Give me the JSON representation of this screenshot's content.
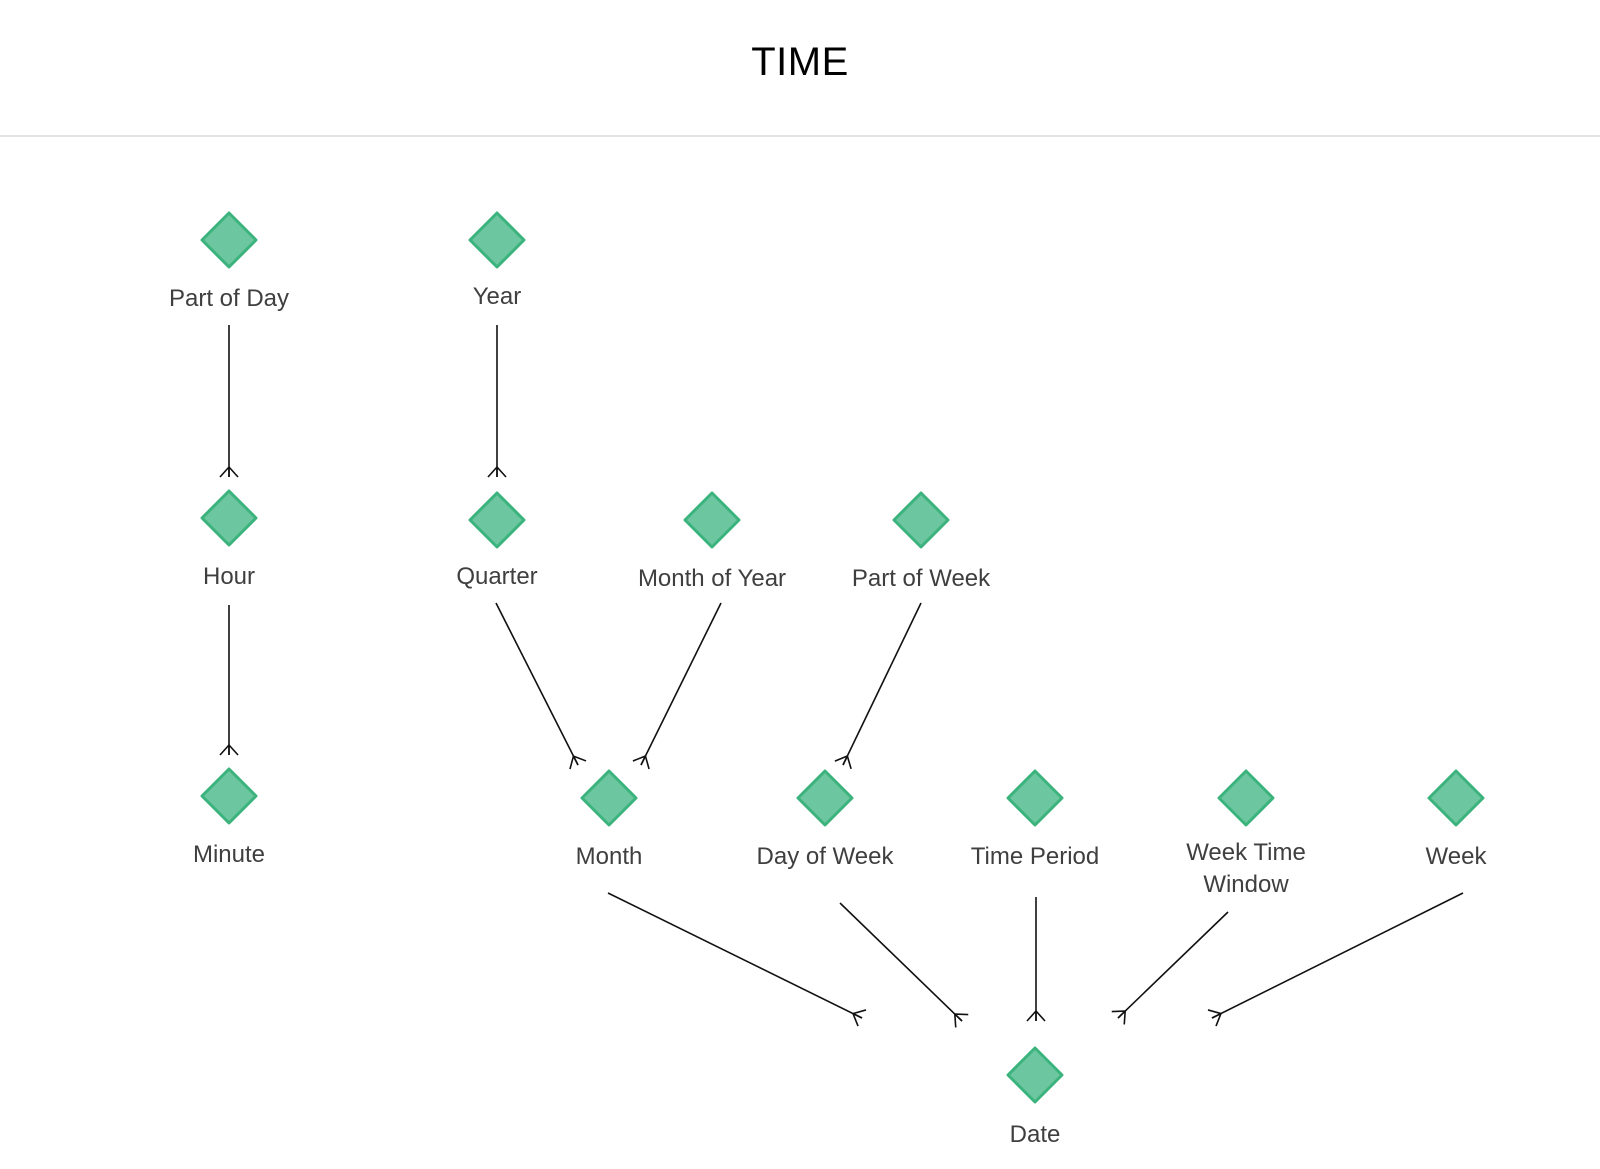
{
  "page": {
    "title": "TIME"
  },
  "colors": {
    "node_fill": "#6cc7a1",
    "node_stroke": "#3cb37c",
    "edge": "#111111",
    "label": "#3f3f3f"
  },
  "icon": "diamond-node-icon",
  "nodes": [
    {
      "id": "part-of-day",
      "label": "Part of Day"
    },
    {
      "id": "year",
      "label": "Year"
    },
    {
      "id": "hour",
      "label": "Hour"
    },
    {
      "id": "quarter",
      "label": "Quarter"
    },
    {
      "id": "month-of-year",
      "label": "Month of Year"
    },
    {
      "id": "part-of-week",
      "label": "Part of Week"
    },
    {
      "id": "minute",
      "label": "Minute"
    },
    {
      "id": "month",
      "label": "Month"
    },
    {
      "id": "day-of-week",
      "label": "Day of Week"
    },
    {
      "id": "time-period",
      "label": "Time Period"
    },
    {
      "id": "week-time-window",
      "label": "Week Time Window"
    },
    {
      "id": "week",
      "label": "Week"
    },
    {
      "id": "date",
      "label": "Date"
    }
  ],
  "edges": [
    {
      "from": "part-of-day",
      "to": "hour",
      "cardinality": "one-to-many"
    },
    {
      "from": "hour",
      "to": "minute",
      "cardinality": "one-to-many"
    },
    {
      "from": "year",
      "to": "quarter",
      "cardinality": "one-to-many"
    },
    {
      "from": "quarter",
      "to": "month",
      "cardinality": "one-to-many"
    },
    {
      "from": "month-of-year",
      "to": "month",
      "cardinality": "one-to-many"
    },
    {
      "from": "part-of-week",
      "to": "day-of-week",
      "cardinality": "one-to-many"
    },
    {
      "from": "month",
      "to": "date",
      "cardinality": "one-to-many"
    },
    {
      "from": "day-of-week",
      "to": "date",
      "cardinality": "one-to-many"
    },
    {
      "from": "time-period",
      "to": "date",
      "cardinality": "one-to-many"
    },
    {
      "from": "week-time-window",
      "to": "date",
      "cardinality": "one-to-many"
    },
    {
      "from": "week",
      "to": "date",
      "cardinality": "one-to-many"
    }
  ]
}
